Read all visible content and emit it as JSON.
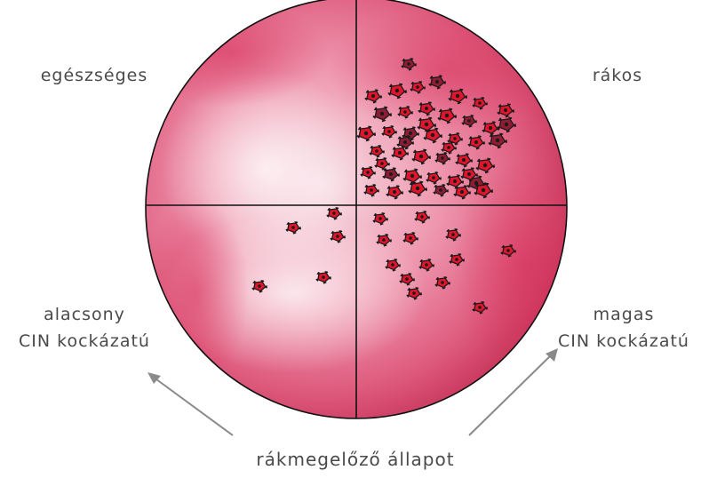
{
  "labels": {
    "healthy": "egészséges",
    "cancerous": "rákos",
    "low_risk_line1": "alacsony",
    "low_risk_line2": "CIN kockázatú",
    "high_risk_line1": "magas",
    "high_risk_line2": "CIN kockázatú",
    "precancerous": "rákmegelőző állapot"
  },
  "colors": {
    "dish_fill": "#d9446a",
    "dish_light": "#f4d3dc",
    "cell_red": "#e0142a",
    "ink": "#1a1a1a",
    "arrow": "#8a8a8a"
  }
}
